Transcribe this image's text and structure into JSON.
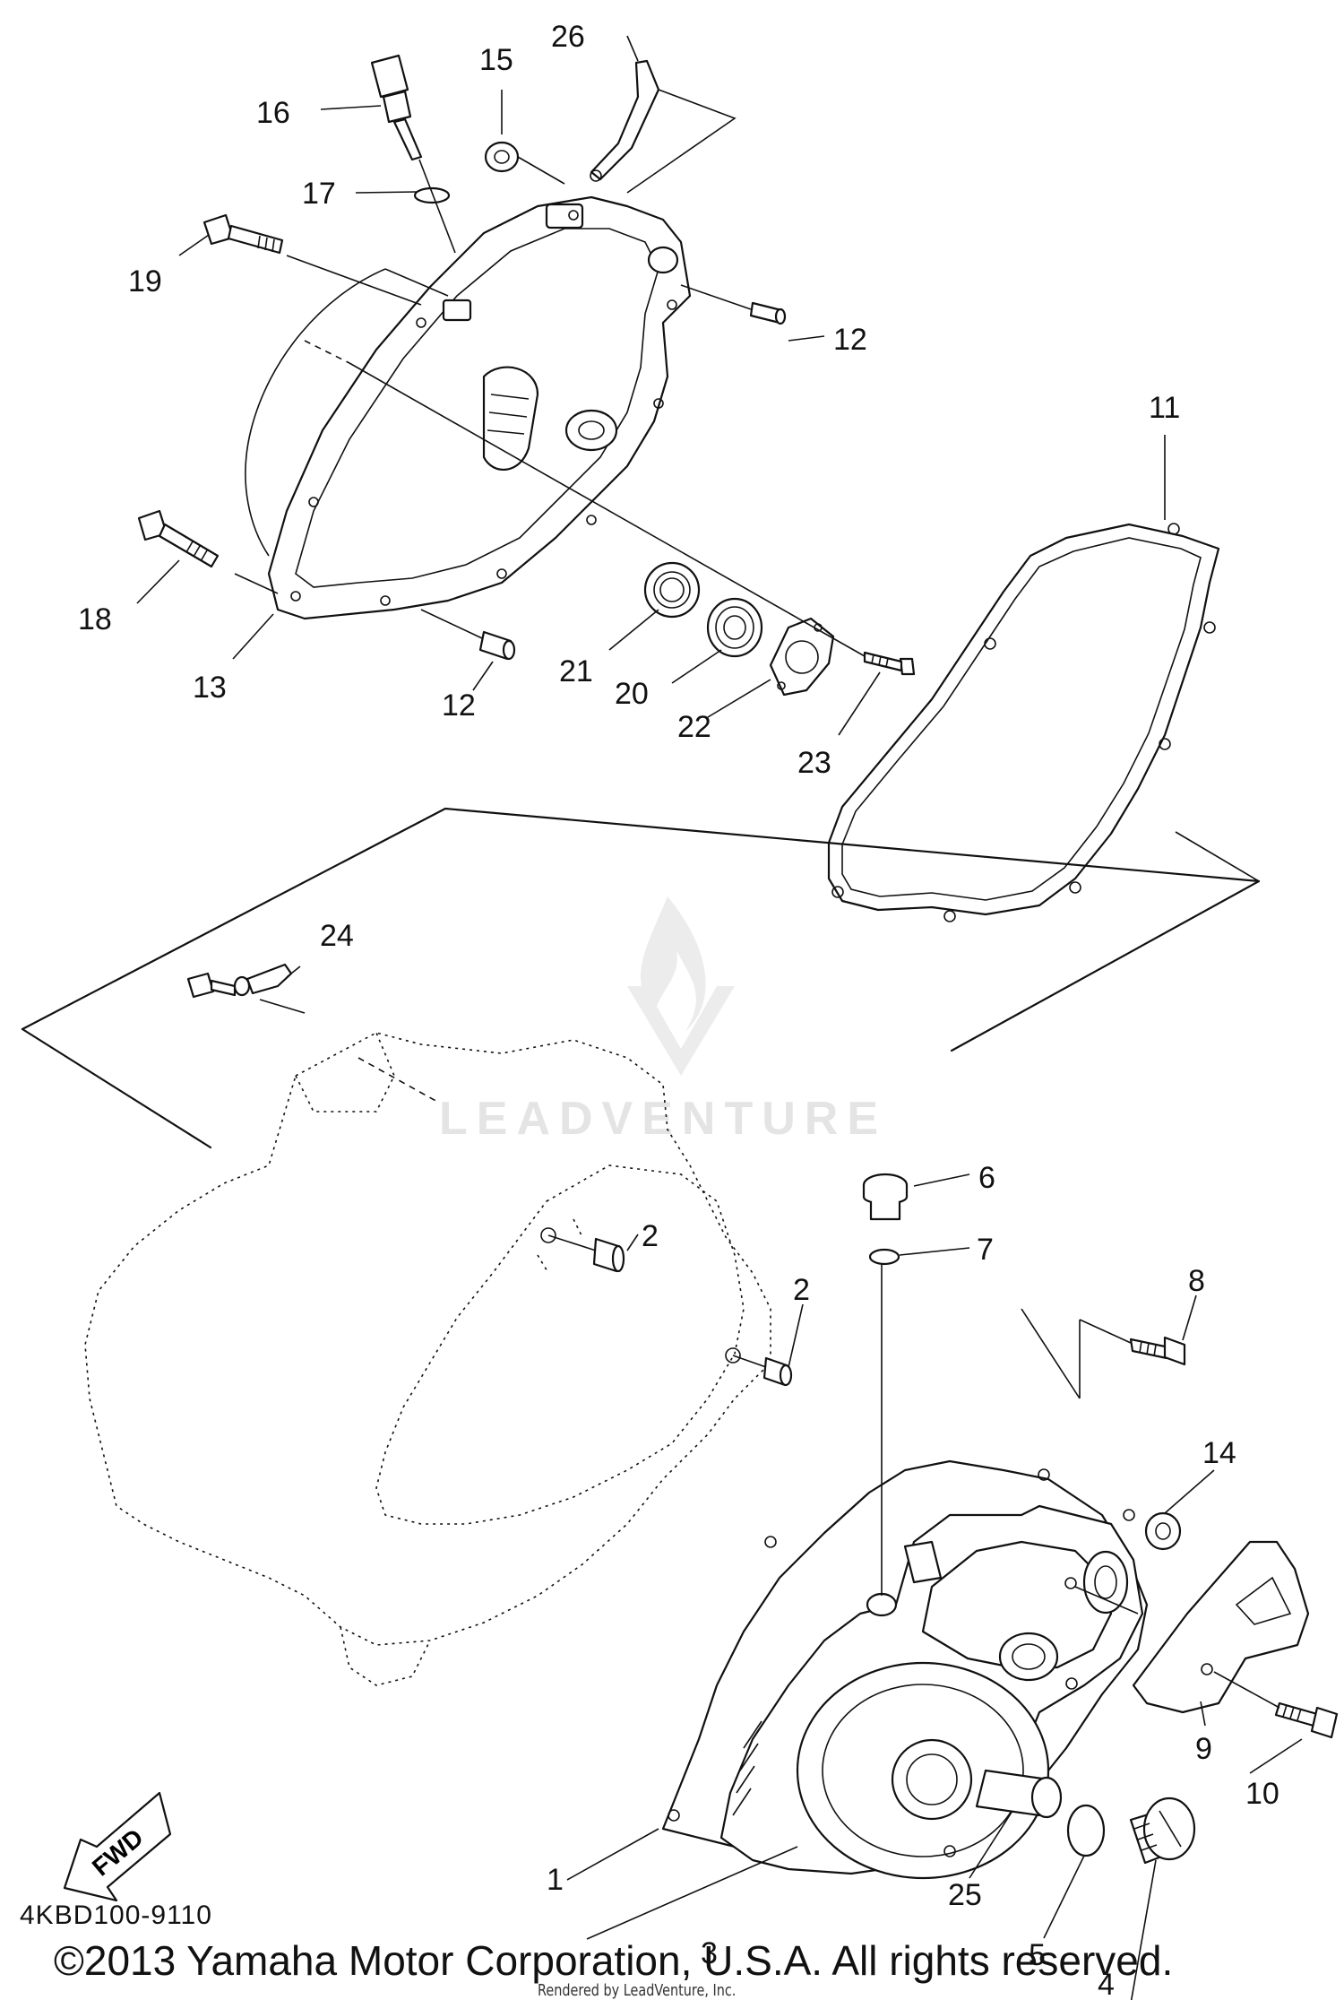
{
  "callouts": [
    {
      "num": "1"
    },
    {
      "num": "2"
    },
    {
      "num": "2"
    },
    {
      "num": "3"
    },
    {
      "num": "4"
    },
    {
      "num": "5"
    },
    {
      "num": "6"
    },
    {
      "num": "7"
    },
    {
      "num": "8"
    },
    {
      "num": "9"
    },
    {
      "num": "10"
    },
    {
      "num": "11"
    },
    {
      "num": "12"
    },
    {
      "num": "12"
    },
    {
      "num": "13"
    },
    {
      "num": "14"
    },
    {
      "num": "15"
    },
    {
      "num": "16"
    },
    {
      "num": "17"
    },
    {
      "num": "18"
    },
    {
      "num": "19"
    },
    {
      "num": "20"
    },
    {
      "num": "21"
    },
    {
      "num": "22"
    },
    {
      "num": "23"
    },
    {
      "num": "24"
    },
    {
      "num": "25"
    },
    {
      "num": "26"
    }
  ],
  "fwd_label": "FWD",
  "watermark": "LEADVENTURE",
  "diagram_code": "4KBD100-9110",
  "copyright": "©2013 Yamaha Motor Corporation, U.S.A. All rights reserved.",
  "rendered_by": "Rendered by LeadVenture, Inc."
}
